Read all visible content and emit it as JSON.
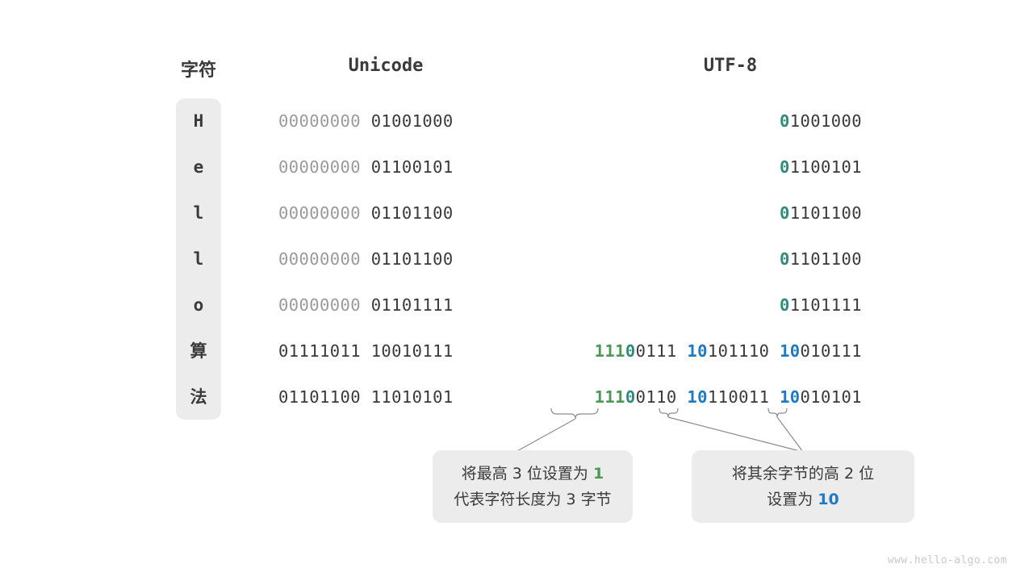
{
  "headers": {
    "character": "字符",
    "unicode": "Unicode",
    "utf8": "UTF-8"
  },
  "rows": [
    {
      "char": "H",
      "unicode_high": "00000000",
      "unicode_low": "01001000",
      "utf8_segments": [
        {
          "text": "0",
          "color": "teal"
        },
        {
          "text": "1001000",
          "color": "dark"
        }
      ]
    },
    {
      "char": "e",
      "unicode_high": "00000000",
      "unicode_low": "01100101",
      "utf8_segments": [
        {
          "text": "0",
          "color": "teal"
        },
        {
          "text": "1100101",
          "color": "dark"
        }
      ]
    },
    {
      "char": "l",
      "unicode_high": "00000000",
      "unicode_low": "01101100",
      "utf8_segments": [
        {
          "text": "0",
          "color": "teal"
        },
        {
          "text": "1101100",
          "color": "dark"
        }
      ]
    },
    {
      "char": "l",
      "unicode_high": "00000000",
      "unicode_low": "01101100",
      "utf8_segments": [
        {
          "text": "0",
          "color": "teal"
        },
        {
          "text": "1101100",
          "color": "dark"
        }
      ]
    },
    {
      "char": "o",
      "unicode_high": "00000000",
      "unicode_low": "01101111",
      "utf8_segments": [
        {
          "text": "0",
          "color": "teal"
        },
        {
          "text": "1101111",
          "color": "dark"
        }
      ]
    },
    {
      "char": "算",
      "unicode_high": "01111011",
      "unicode_low": "10010111",
      "utf8_segments": [
        {
          "text": "111",
          "color": "green"
        },
        {
          "text": "0",
          "color": "teal"
        },
        {
          "text": "0111 ",
          "color": "dark"
        },
        {
          "text": "10",
          "color": "blue"
        },
        {
          "text": "101110 ",
          "color": "dark"
        },
        {
          "text": "10",
          "color": "blue"
        },
        {
          "text": "010111",
          "color": "dark"
        }
      ]
    },
    {
      "char": "法",
      "unicode_high": "01101100",
      "unicode_low": "11010101",
      "utf8_segments": [
        {
          "text": "111",
          "color": "green"
        },
        {
          "text": "0",
          "color": "teal"
        },
        {
          "text": "0110 ",
          "color": "dark"
        },
        {
          "text": "10",
          "color": "blue"
        },
        {
          "text": "110011 ",
          "color": "dark"
        },
        {
          "text": "10",
          "color": "blue"
        },
        {
          "text": "010101",
          "color": "dark"
        }
      ]
    }
  ],
  "callouts": [
    {
      "id": "callout-1",
      "lines": [
        [
          {
            "text": "将最高 3 位设置为 ",
            "color": "plain"
          },
          {
            "text": "1",
            "color": "green"
          }
        ],
        [
          {
            "text": "代表字符长度为 3 字节",
            "color": "plain"
          }
        ]
      ]
    },
    {
      "id": "callout-2",
      "lines": [
        [
          {
            "text": "将其余字节的高 2 位",
            "color": "plain"
          }
        ],
        [
          {
            "text": "设置为 ",
            "color": "plain"
          },
          {
            "text": "10",
            "color": "blue"
          }
        ]
      ]
    }
  ],
  "watermark": "www.hello-algo.com",
  "colors": {
    "green": "#4a9a55",
    "teal": "#2e8b7d",
    "blue": "#1f7ac4",
    "dark": "#3a3a3a",
    "dim": "#9a9a9a",
    "panel": "#ececec",
    "connector": "#8c8c8c"
  }
}
